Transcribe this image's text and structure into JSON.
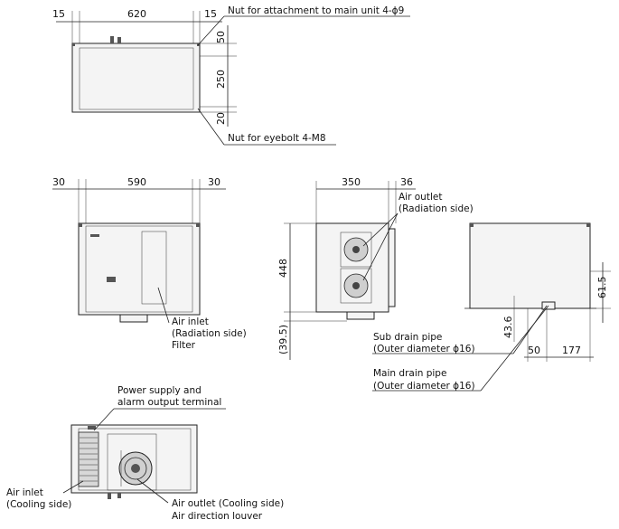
{
  "top_view": {
    "dim_left": "15",
    "dim_width": "620",
    "dim_right": "15",
    "dim_v1": "50",
    "dim_v2": "250",
    "dim_v3": "20",
    "label_nut_attach": "Nut for attachment to main unit 4-ϕ9",
    "label_nut_eyebolt": "Nut for eyebolt 4-M8"
  },
  "front_view": {
    "dim_left": "30",
    "dim_width": "590",
    "dim_right": "30",
    "label_air_inlet_1": "Air inlet",
    "label_air_inlet_2": "(Radiation side)",
    "label_filter": "Filter"
  },
  "side_view": {
    "dim_width": "350",
    "dim_offset": "36",
    "dim_height": "448",
    "dim_bottom": "(39.5)",
    "label_air_outlet_1": "Air outlet",
    "label_air_outlet_2": "(Radiation side)"
  },
  "right_view": {
    "dim_615": "61.5",
    "dim_36": "43.6",
    "dim_50": "50",
    "dim_177": "177",
    "label_sub_drain_1": "Sub drain pipe",
    "label_sub_drain_2": "(Outer diameter ϕ16)",
    "label_main_drain_1": "Main drain pipe",
    "label_main_drain_2": "(Outer diameter ϕ16)"
  },
  "rear_view": {
    "label_power_1": "Power supply and",
    "label_power_2": "alarm output terminal",
    "label_air_inlet_1": "Air inlet",
    "label_air_inlet_2": "(Cooling side)",
    "label_air_outlet_1": "Air outlet (Cooling side)",
    "label_air_outlet_2": "Air direction louver"
  }
}
